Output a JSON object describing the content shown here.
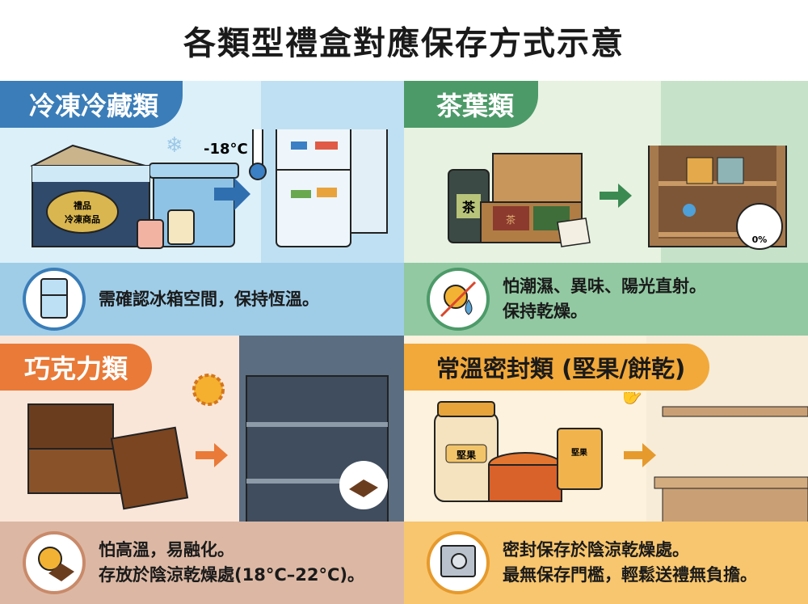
{
  "title": "各類型禮盒對應保存方式示意",
  "panels": [
    {
      "heading": "冷凍冷藏類",
      "note_lines": [
        "需確認冰箱空間，保持恆溫。"
      ],
      "labels": {
        "temperature": "-18°C",
        "box_label_1": "禮品",
        "box_label_2": "冷凍商品"
      },
      "colors": {
        "tab": "#3a7db8",
        "bg": "#dcf0fa",
        "bg_right": "#bfe0f2",
        "strip": "#9fcde8"
      }
    },
    {
      "heading": "茶葉類",
      "note_lines": [
        "怕潮濕、異味、陽光直射。",
        "保持乾燥。"
      ],
      "labels": {
        "tin": "茶",
        "box": "茶",
        "gauge": "0%"
      },
      "colors": {
        "tab": "#4c9a68",
        "bg": "#e7f2e1",
        "bg_right": "#c6e2c8",
        "strip": "#92c9a2"
      }
    },
    {
      "heading": "巧克力類",
      "note_lines": [
        "怕高溫，易融化。",
        "存放於陰涼乾燥處(18°C–22°C)。"
      ],
      "labels": {},
      "colors": {
        "tab": "#e97a38",
        "bg": "#fae6d9",
        "bg_right": "#5b6d80",
        "strip": "#dcb8a4"
      }
    },
    {
      "heading": "常溫密封類 (堅果/餅乾)",
      "note_lines": [
        "密封保存於陰涼乾燥處。",
        "最無保存門檻，輕鬆送禮無負擔。"
      ],
      "labels": {
        "jar": "堅果",
        "bag": "堅果"
      },
      "colors": {
        "tab": "#f2a93a",
        "bg": "#fcf2de",
        "bg_right": "#f7dcb4",
        "strip": "#f8c66e"
      }
    }
  ]
}
